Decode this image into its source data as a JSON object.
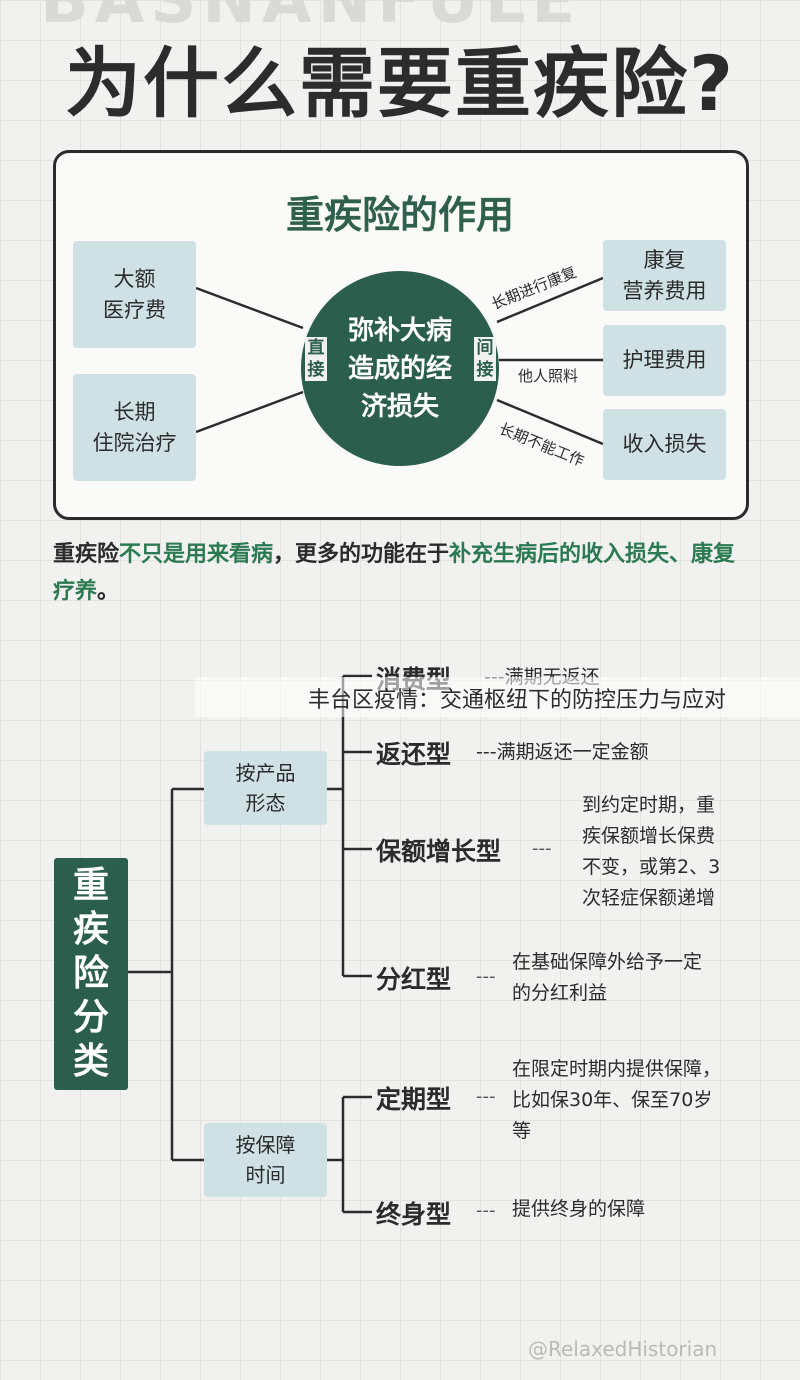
{
  "main_title": "为什么需要重疾险?",
  "card": {
    "title": "重疾险的作用",
    "left_boxes": [
      "大额\n医疗费",
      "长期\n住院治疗"
    ],
    "right_boxes": [
      "康复\n营养费用",
      "护理费用",
      "收入损失"
    ],
    "center": "弥补大病\n造成的经\n济损失",
    "direct_tag": "直\n接",
    "indirect_tag": "间\n接",
    "edge_labels": [
      "长期进行康复",
      "他人照料",
      "长期不能工作"
    ]
  },
  "summary": {
    "part1": "重疾险",
    "part2": "不只是用来看病",
    "part3": "，更多的功能在于",
    "part4": "补充生病后的收入损失、康复疗养",
    "part5": "。"
  },
  "tree": {
    "root": "重\n疾\n险\n分\n类",
    "categories": [
      {
        "label": "按产品\n形态",
        "types": [
          {
            "name": "消费型",
            "desc": "---满期无返还"
          },
          {
            "name": "返还型",
            "desc": "---满期返还一定金额"
          },
          {
            "name": "保额增长型",
            "desc": "到约定时期，重\n疾保额增长保费\n不变，或第2、3\n次轻症保额递增"
          },
          {
            "name": "分红型",
            "desc": "在基础保障外给予一定\n的分红利益"
          }
        ]
      },
      {
        "label": "按保障\n时间",
        "types": [
          {
            "name": "定期型",
            "desc": "在限定时期内提供保障，\n比如保30年、保至70岁\n等"
          },
          {
            "name": "终身型",
            "desc": "提供终身的保障"
          }
        ]
      }
    ],
    "dash": "---"
  },
  "banner": "丰台区疫情：交通枢纽下的防控压力与应对",
  "watermark": "@RelaxedHistorian",
  "colors": {
    "dark_green": "#2b5e4c",
    "highlight_green": "#2b7a52",
    "box_blue": "#cfe1e4"
  }
}
